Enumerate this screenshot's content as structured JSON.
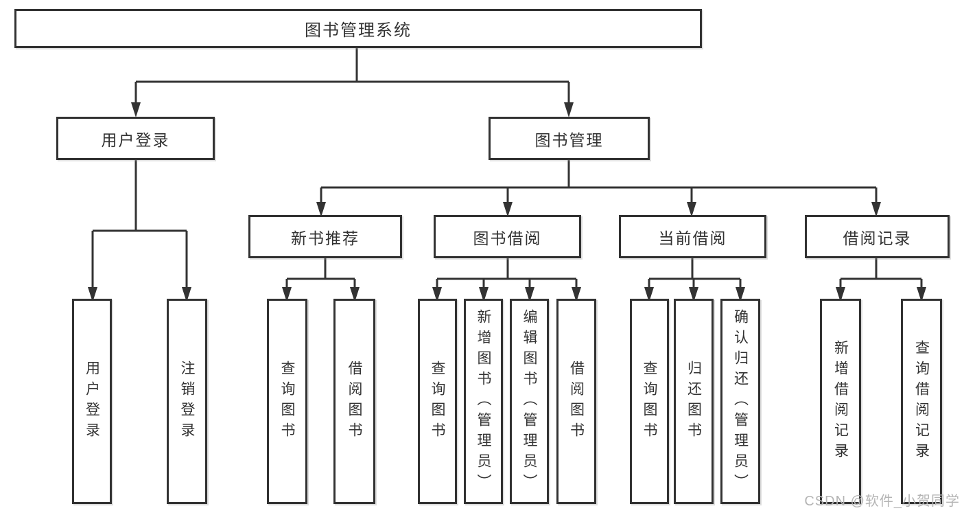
{
  "diagram": {
    "type": "hierarchy-tree",
    "background": "#ffffff",
    "line_color": "#333333",
    "text_color": "#333333",
    "tree": {
      "root": "图书管理系统",
      "branches": [
        {
          "label": "用户登录",
          "children": [
            {
              "label": "用户登录"
            },
            {
              "label": "注销登录"
            }
          ]
        },
        {
          "label": "图书管理",
          "children": [
            {
              "label": "新书推荐",
              "children": [
                {
                  "label": "查询图书"
                },
                {
                  "label": "借阅图书"
                }
              ]
            },
            {
              "label": "图书借阅",
              "children": [
                {
                  "label": "查询图书"
                },
                {
                  "label": "新增图书（管理员）"
                },
                {
                  "label": "编辑图书（管理员）"
                },
                {
                  "label": "借阅图书"
                }
              ]
            },
            {
              "label": "当前借阅",
              "children": [
                {
                  "label": "查询图书"
                },
                {
                  "label": "归还图书"
                },
                {
                  "label": "确认归还（管理员）"
                }
              ]
            },
            {
              "label": "借阅记录",
              "children": [
                {
                  "label": "新增借阅记录"
                },
                {
                  "label": "查询借阅记录"
                }
              ]
            }
          ]
        }
      ]
    },
    "watermark": "CSDN @软件_小贺同学",
    "watermark_color": "#b5b5b5"
  }
}
